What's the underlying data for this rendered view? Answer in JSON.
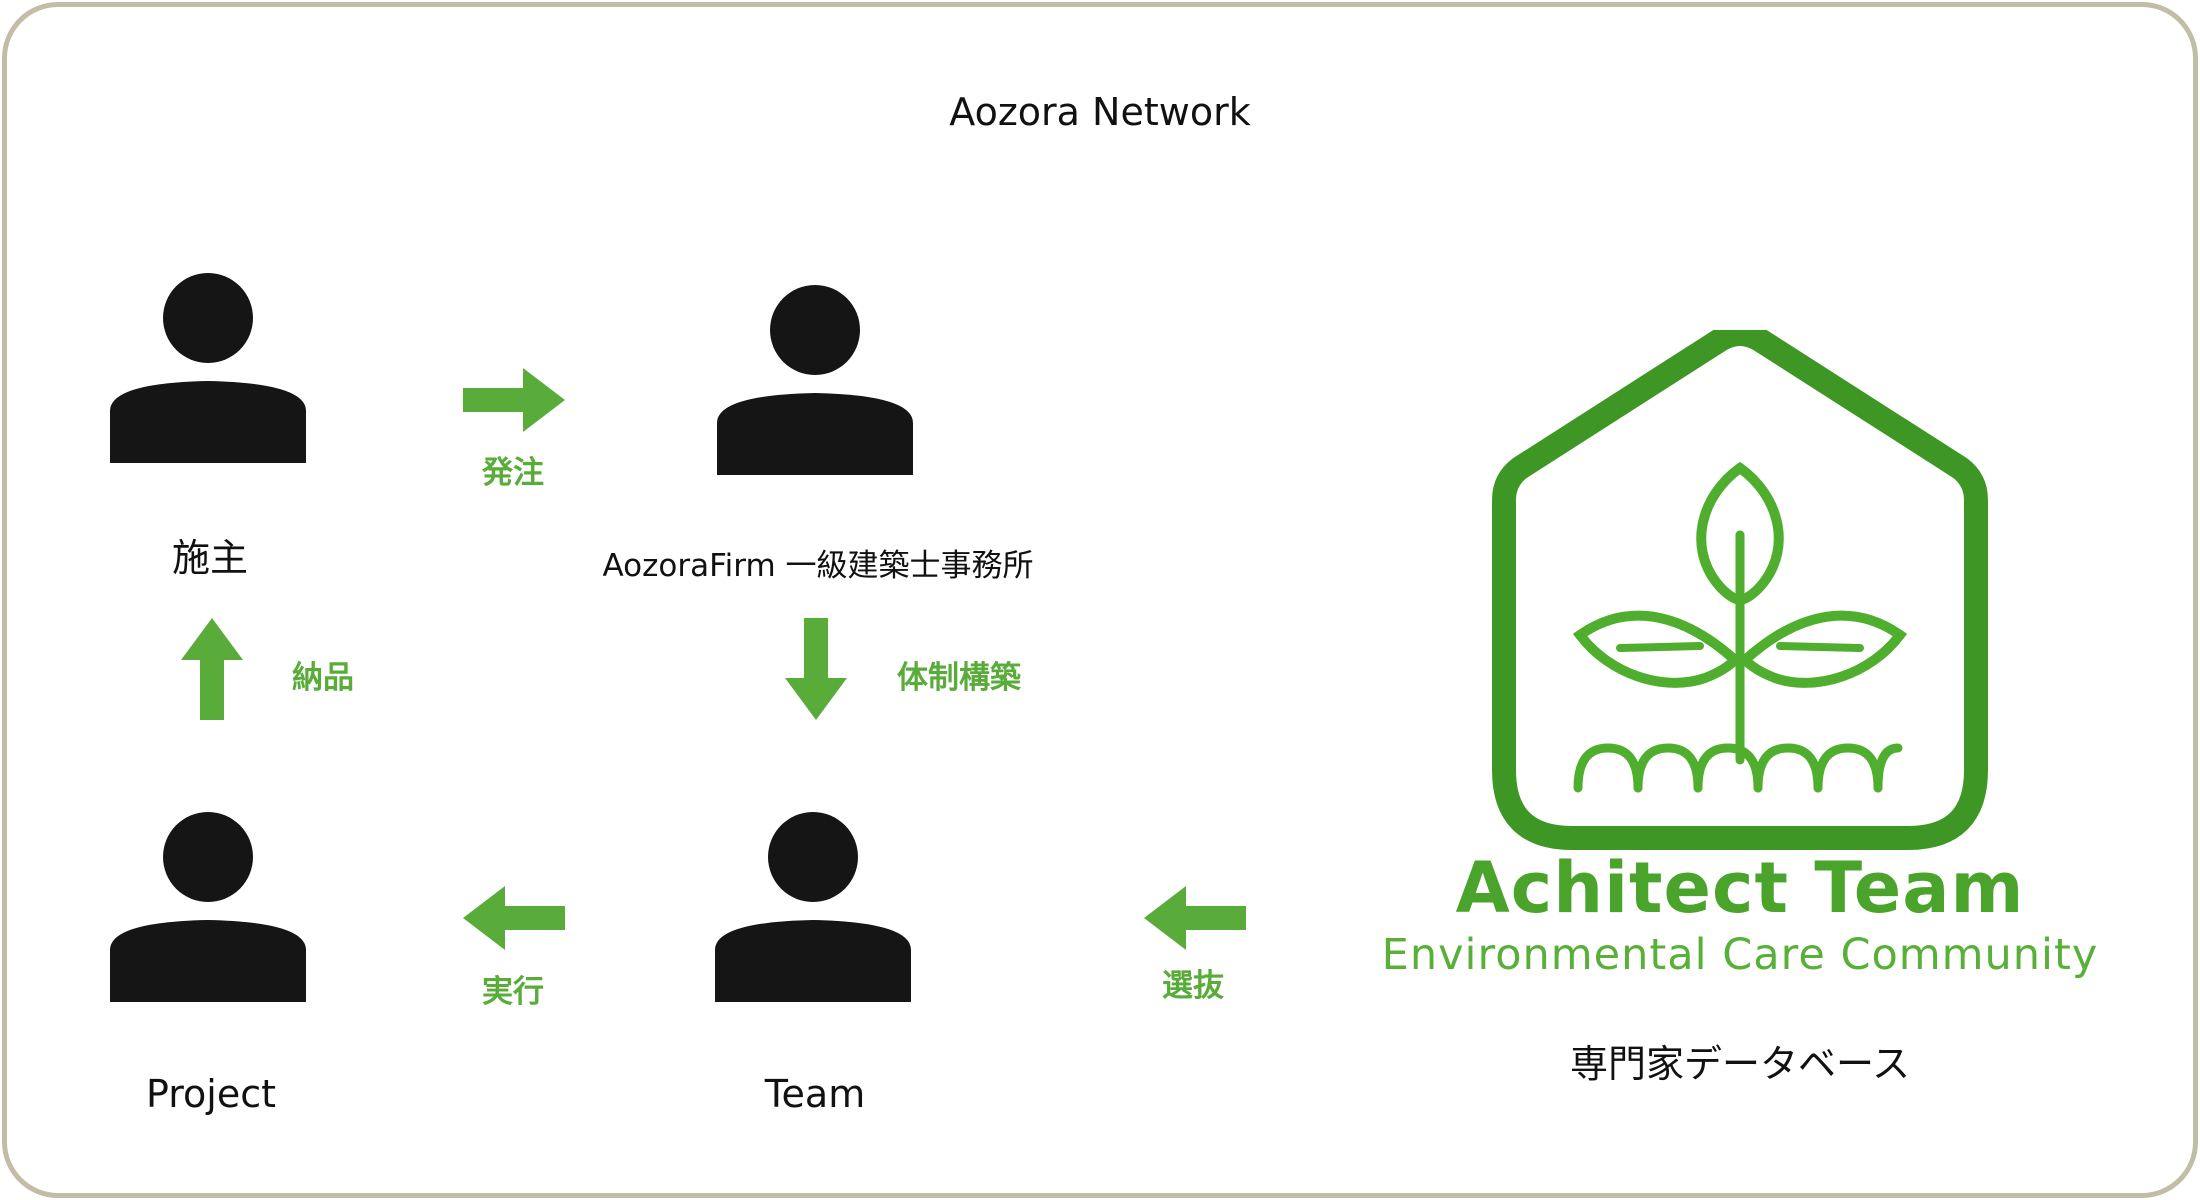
{
  "diagram": {
    "title": "Aozora Network",
    "nodes": {
      "client": {
        "label": "施主",
        "icon": "person-icon"
      },
      "firm": {
        "label": "AozoraFirm 一級建築士事務所",
        "icon": "person-icon"
      },
      "project": {
        "label": "Project",
        "icon": "person-icon"
      },
      "team": {
        "label": "Team",
        "icon": "person-icon"
      },
      "database": {
        "label": "専門家データベース"
      }
    },
    "edges": {
      "order": {
        "label": "発注",
        "from": "client",
        "to": "firm",
        "direction": "right"
      },
      "build": {
        "label": "体制構築",
        "from": "firm",
        "to": "team",
        "direction": "down"
      },
      "execute": {
        "label": "実行",
        "from": "team",
        "to": "project",
        "direction": "left"
      },
      "deliver": {
        "label": "納品",
        "from": "project",
        "to": "client",
        "direction": "up"
      },
      "select": {
        "label": "選抜",
        "from": "database",
        "to": "team",
        "direction": "left"
      }
    },
    "logo": {
      "title": "Achitect Team",
      "subtitle": "Environmental Care Community",
      "icon": "house-plant-logo-icon"
    },
    "colors": {
      "accent": "#5aac3a",
      "person": "#151515",
      "frame": "#c2bda5",
      "logo": "#4aa32a"
    }
  }
}
